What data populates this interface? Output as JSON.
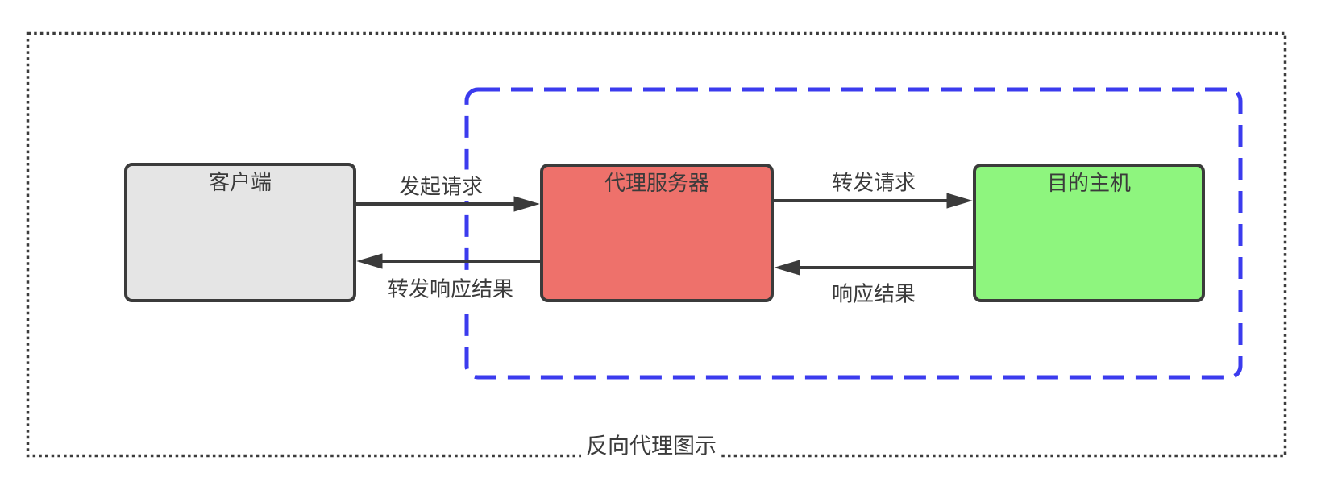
{
  "caption": "反向代理图示",
  "colors": {
    "ink": "#3b3b3b",
    "client_fill": "#e5e5e5",
    "proxy_fill": "#ee716b",
    "target_fill": "#8ef57e",
    "group_stroke": "#3b3bee",
    "canvas_bg": "#ffffff"
  },
  "nodes": [
    {
      "id": "client",
      "label": "客户端"
    },
    {
      "id": "proxy-server",
      "label": "代理服务器"
    },
    {
      "id": "destination-host",
      "label": "目的主机"
    }
  ],
  "edges": [
    {
      "id": "initiate-request",
      "label": "发起请求",
      "from": "客户端",
      "to": "代理服务器"
    },
    {
      "id": "forward-response",
      "label": "转发响应结果",
      "from": "代理服务器",
      "to": "客户端"
    },
    {
      "id": "forward-request",
      "label": "转发请求",
      "from": "代理服务器",
      "to": "目的主机"
    },
    {
      "id": "response-result",
      "label": "响应结果",
      "from": "目的主机",
      "to": "代理服务器"
    }
  ]
}
